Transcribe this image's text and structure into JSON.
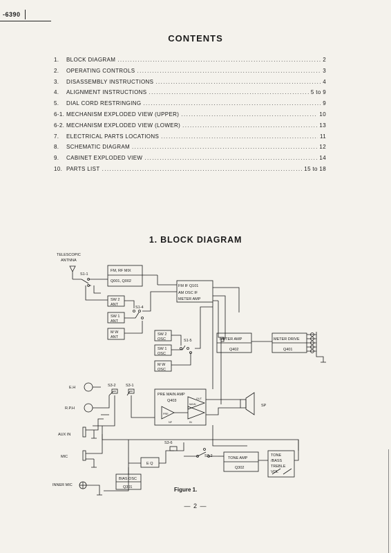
{
  "header": {
    "model": "-6390"
  },
  "contents": {
    "title": "CONTENTS",
    "items": [
      {
        "num": "1.",
        "label": "BLOCK DIAGRAM",
        "page": "2"
      },
      {
        "num": "2.",
        "label": "OPERATING CONTROLS",
        "page": "3"
      },
      {
        "num": "3.",
        "label": "DISASSEMBLY INSTRUCTIONS",
        "page": "4"
      },
      {
        "num": "4.",
        "label": "ALIGNMENT INSTRUCTIONS",
        "page": "5 to 9"
      },
      {
        "num": "5.",
        "label": "DIAL CORD RESTRINGING",
        "page": "9"
      },
      {
        "num": "6-1.",
        "label": "MECHANISM EXPLODED VIEW (UPPER)",
        "page": "10"
      },
      {
        "num": "6-2.",
        "label": "MECHANISM EXPLODED VIEW (LOWER)",
        "page": "13"
      },
      {
        "num": "7.",
        "label": "ELECTRICAL PARTS LOCATIONS",
        "page": "11"
      },
      {
        "num": "8.",
        "label": "SCHEMATIC DIAGRAM",
        "page": "12"
      },
      {
        "num": "9.",
        "label": "CABINET EXPLODED VIEW",
        "page": "14"
      },
      {
        "num": "10.",
        "label": "PARTS LIST",
        "page": "15 to 18"
      }
    ]
  },
  "block_diagram": {
    "title": "1. BLOCK DIAGRAM",
    "labels": {
      "telescopic": "TELESCOPIC",
      "antenna": "ANTNNA",
      "s1_1": "S1-1",
      "fm_rf_mix": "FM, RF MIX",
      "q0001_q0002": "Q001, Q002",
      "fm_if_q101": "FM IF Q101",
      "am_osc_if": "AM OSC IF",
      "meter_amp_if": "METER AMP",
      "sw2_ant_1": "SW 2",
      "sw2_ant_2": "ANT",
      "sw1_ant_1": "SW 1",
      "sw1_ant_2": "ANT",
      "s1_4": "S1-4",
      "mw_ant_1": "M W",
      "mw_ant_2": "ANT",
      "sw2_osc_1": "SW 2",
      "sw2_osc_2": "OSC",
      "sw1_osc_1": "SW 1",
      "sw1_osc_2": "OSC",
      "s1_5": "S1-5",
      "mw_osc_1": "M W",
      "mw_osc_2": "OSC",
      "meter_amp": "METER AMP",
      "q402": "Q402",
      "meter_drive": "METER DRIVE",
      "q401": "Q401",
      "eh": "E.H",
      "rph": "R.P.H",
      "s3_2": "S3-2",
      "s3_1": "S3-1",
      "pre_main_amp": "PRE MAIN AMP",
      "q403": "Q403",
      "pre": "PRE",
      "main": "MAIN",
      "out": "OUT",
      "in": "IN",
      "nf": "NF",
      "sp": "SP",
      "aux_in": "AUX IN",
      "mic": "MIC",
      "s3_6": "S3-6",
      "eq": "E Q",
      "s2_2": "S2-2",
      "tone_amp": "TONE AMP",
      "q302": "Q302",
      "tone_1": "TONE",
      "tone_2": "/BASS",
      "tone_3": "TREBLE",
      "tone_4": "VOL",
      "bias_osc": "BIAS OSC",
      "q301": "Q301",
      "inner_mic": "INNER MIC"
    },
    "caption": "Figure 1."
  },
  "footer": {
    "page_number": "— 2 —"
  }
}
